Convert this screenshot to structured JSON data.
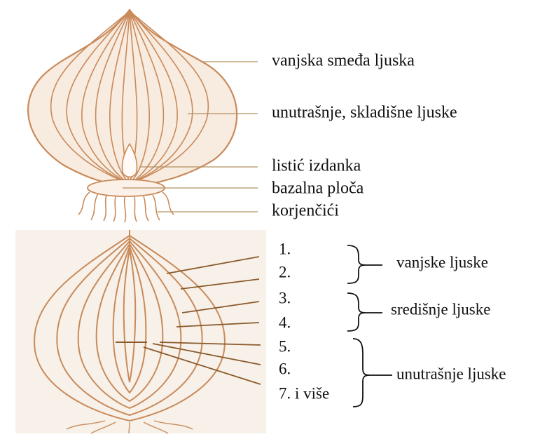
{
  "top_labels": {
    "outer_brown_scale": "vanjska smeđa ljuska",
    "storage_scales": "unutrašnje, skladišne ljuske",
    "shoot_leaf": "listić izdanka",
    "basal_plate": "bazalna ploča",
    "rootlets": "korjenčići"
  },
  "bottom_numbers": [
    "1.",
    "2.",
    "3.",
    "4.",
    "5.",
    "6.",
    "7. i više"
  ],
  "bottom_groups": {
    "outer": "vanjske ljuske",
    "middle": "središnje ljuske",
    "inner": "unutrašnje ljuske"
  },
  "colors": {
    "onion_line": "#c98a5a",
    "onion_fill": "#f8ebe0",
    "leader_line": "#b5905f",
    "bottom_panel": "#f7f1e9",
    "arrow_line": "#8b5a2b",
    "text": "#111111"
  }
}
